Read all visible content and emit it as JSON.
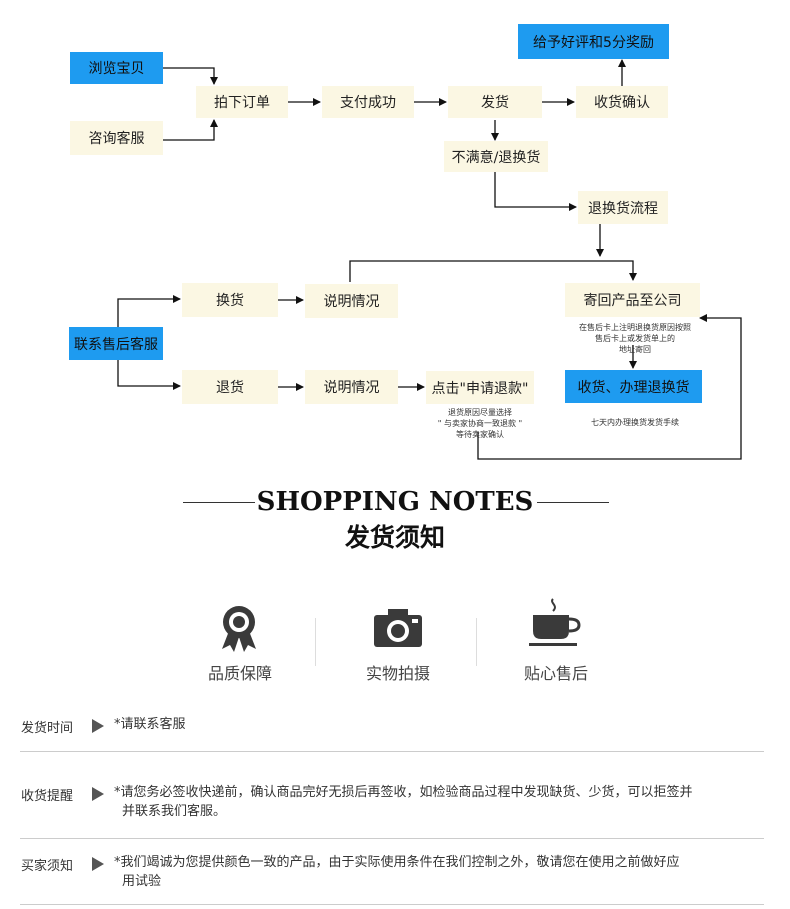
{
  "flow": {
    "browse": "浏览宝贝",
    "consult": "咨询客服",
    "order": "拍下订单",
    "pay": "支付成功",
    "ship": "发货",
    "confirm": "收货确认",
    "review": "给予好评和5分奖励",
    "unsatisfied": "不满意/退换货",
    "return_process": "退换货流程",
    "contact_service": "联系售后客服",
    "exchange": "换货",
    "refund": "退货",
    "explain_1": "说明情况",
    "explain_2": "说明情况",
    "apply_refund": "点击\"申请退款\"",
    "send_back": "寄回产品至公司",
    "send_back_note": [
      "在售后卡上注明退换货原因按照",
      "售后卡上或发货单上的",
      "地址寄回"
    ],
    "receive": "收货、办理退换货",
    "receive_note": "七天内办理换货发货手续",
    "refund_note": [
      "退货原因尽量选择",
      "\" 与卖家协商一致退款 \"",
      "等待卖家确认"
    ]
  },
  "notes": {
    "title": "SHOPPING NOTES",
    "subtitle": "发货须知"
  },
  "features": [
    {
      "icon": "ribbon-award-icon",
      "label": "品质保障"
    },
    {
      "icon": "camera-icon",
      "label": "实物拍摄"
    },
    {
      "icon": "coffee-cup-icon",
      "label": "贴心售后"
    }
  ],
  "rows": [
    {
      "label": "发货时间",
      "lines": [
        "*请联系客服"
      ]
    },
    {
      "label": "收货提醒",
      "lines": [
        "*请您务必签收快递前，确认商品完好无损后再签收，如检验商品过程中发现缺货、少货，可以拒签并",
        "并联系我们客服。"
      ]
    },
    {
      "label": "买家须知",
      "lines": [
        "*我们竭诚为您提供颜色一致的产品，由于实际使用条件在我们控制之外，敬请您在使用之前做好应",
        "用试验"
      ]
    }
  ],
  "colors": {
    "accent_blue": "#1e9bf0",
    "box_cream": "#fbf7e3",
    "arrow": "#111111"
  }
}
